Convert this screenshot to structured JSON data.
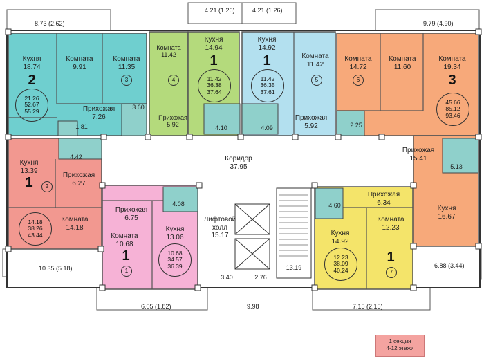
{
  "dims": {
    "top_left": "8.73 (2.62)",
    "top_center_a": "4.21 (1.26)",
    "top_center_b": "4.21 (1.26)",
    "top_right": "9.79 (4.90)",
    "left_bottom": "10.35 (5.18)",
    "bottom_left": "6.05 (1.82)",
    "bottom_center": "9.98",
    "bottom_right": "7.15 (2.15)",
    "right_bottom": "6.88 (3.44)"
  },
  "corridor": {
    "label": "Коридор",
    "area": "37.95"
  },
  "lift_hall": {
    "label1": "Лифтовой",
    "label2": "холл",
    "area": "15.17"
  },
  "misc_areas": {
    "a340": "3.40",
    "a276": "2.76",
    "a1319": "13.19"
  },
  "apartments": {
    "apt2": {
      "rooms": "2",
      "circle": [
        "21.26",
        "52.67",
        "55.29"
      ],
      "kitchen": "Кухня",
      "kitchen_area": "18.74",
      "room1": "Комната",
      "room1_area": "9.91",
      "room2": "Комната",
      "room2_area": "11.35",
      "hall": "Прихожая",
      "hall_area": "7.26",
      "bath1": "3.60",
      "bath2": "1.81",
      "num": "3"
    },
    "apt_k4": {
      "room": "Комната",
      "room_area": "11.42",
      "hall": "Прихожая",
      "hall_area": "5.92",
      "num": "4"
    },
    "apt_green": {
      "rooms": "1",
      "kitchen": "Кухня",
      "kitchen_area": "14.94",
      "circle": [
        "11.42",
        "36.38",
        "37.64"
      ],
      "bath": "4.10"
    },
    "apt_blue": {
      "rooms": "1",
      "kitchen": "Кухня",
      "kitchen_area": "14.92",
      "circle": [
        "11.42",
        "36.35",
        "37.61"
      ],
      "bath": "4.09",
      "room": "Комната",
      "room_area": "11.42",
      "hall": "Прихожая",
      "hall_area": "5.92",
      "num": "5"
    },
    "apt3": {
      "rooms": "3",
      "room1": "Комната",
      "room1_area": "14.72",
      "room2": "Комната",
      "room2_area": "11.60",
      "room3": "Комната",
      "room3_area": "19.34",
      "circle": [
        "45.66",
        "85.12",
        "93.46"
      ],
      "bath1": "2.25",
      "hall": "Прихожая",
      "hall_area": "15.41",
      "bath2": "5.13",
      "kitchen": "Кухня",
      "kitchen_area": "16.67",
      "num": "6"
    },
    "apt1_left": {
      "rooms": "1",
      "kitchen": "Кухня",
      "kitchen_area": "13.39",
      "bath": "4.42",
      "hall": "Прихожая",
      "hall_area": "6.27",
      "room": "Комната",
      "room_area": "14.18",
      "circle": [
        "14.18",
        "38.26",
        "43.44"
      ],
      "num": "2"
    },
    "apt1_pink": {
      "rooms": "1",
      "hall": "Прихожая",
      "hall_area": "6.75",
      "bath": "4.08",
      "room": "Комната",
      "room_area": "10.68",
      "kitchen": "Кухня",
      "kitchen_area": "13.06",
      "circle": [
        "10.68",
        "34.57",
        "36.39"
      ],
      "num": "1"
    },
    "apt1_yellow": {
      "rooms": "1",
      "hall": "Прихожая",
      "hall_area": "6.34",
      "bath": "4.60",
      "kitchen": "Кухня",
      "kitchen_area": "14.92",
      "room": "Комната",
      "room_area": "12.23",
      "circle": [
        "12.23",
        "38.09",
        "40.24"
      ],
      "num": "7"
    }
  },
  "legend": {
    "line1": "1 секция",
    "line2": "4-12  этажи"
  },
  "colors": {
    "teal": "#6fcfcf",
    "green": "#b4da7c",
    "lightblue": "#b3e0ef",
    "orange": "#f7a97a",
    "salmon": "#f29890",
    "pink": "#f6b2d6",
    "yellow": "#f4e46a",
    "bath": "#8fd0cb"
  }
}
